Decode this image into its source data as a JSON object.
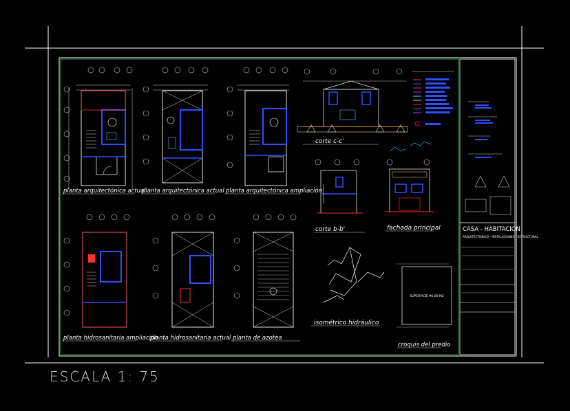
{
  "sheet": {
    "scale_label": "ESCALA 1: 75",
    "colors": {
      "background": "#000000",
      "frame": "#ffffff",
      "walls": "#2f4fff",
      "dims": "#cfcfcf",
      "titles": "#b43cff",
      "border_inner": "#2fb84f",
      "accent_red": "#ff3030",
      "accent_yellow": "#f0e040",
      "accent_cyan": "#40d8ff"
    }
  },
  "views": [
    {
      "id": "plan-1",
      "title": "planta arquitectónica actual"
    },
    {
      "id": "plan-2",
      "title": "planta arquitectónica actual"
    },
    {
      "id": "plan-3",
      "title": "planta arquitectónica ampliación"
    },
    {
      "id": "plan-4",
      "title": "planta hidrosanitaria ampliación"
    },
    {
      "id": "plan-5",
      "title": "planta hidrosanitaria actual"
    },
    {
      "id": "plan-6",
      "title": "planta de azotea"
    },
    {
      "id": "section-cc",
      "title": "corte c-c'"
    },
    {
      "id": "section-bb",
      "title": "corte b-b'"
    },
    {
      "id": "facade",
      "title": "fachada principal"
    },
    {
      "id": "iso",
      "title": "isométrico hidráulico"
    },
    {
      "id": "site",
      "title": "croquis del predio",
      "box_label": "SUPERFICIE 96.00 M2"
    }
  ],
  "title_block": {
    "project": "CASA - HABITACION",
    "subtitle": "ARQUITECTONICO - INSTALACIONES - ESTRUCTURAL"
  }
}
